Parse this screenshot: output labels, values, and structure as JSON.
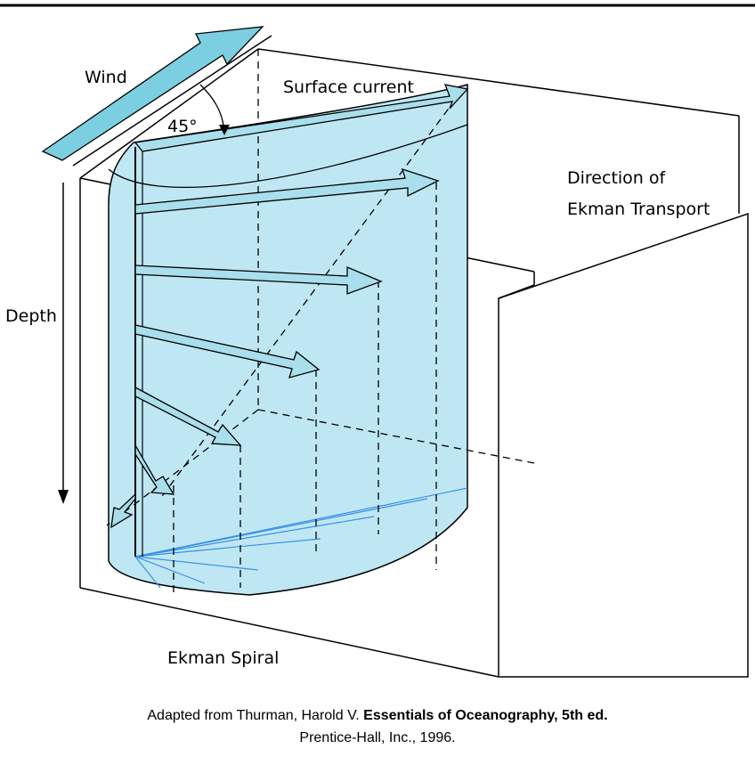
{
  "labels": {
    "wind": "Wind",
    "surface_current": "Surface current",
    "angle": "45°",
    "direction_line1": "Direction of",
    "direction_line2": "Ekman Transport",
    "depth": "Depth",
    "spiral": "Ekman Spiral"
  },
  "caption": {
    "prefix": "Adapted from Thurman, Harold V. ",
    "title": "Essentials of Oceanography, 5th ed.",
    "line2": "Prentice-Hall, Inc., 1996."
  },
  "colors": {
    "water": "#bfe7f3",
    "arrow_fill": "#a9deec",
    "wind_arrow": "#7ccfe0",
    "outline": "#000000",
    "spiral_lines": "#3a8fe8"
  }
}
